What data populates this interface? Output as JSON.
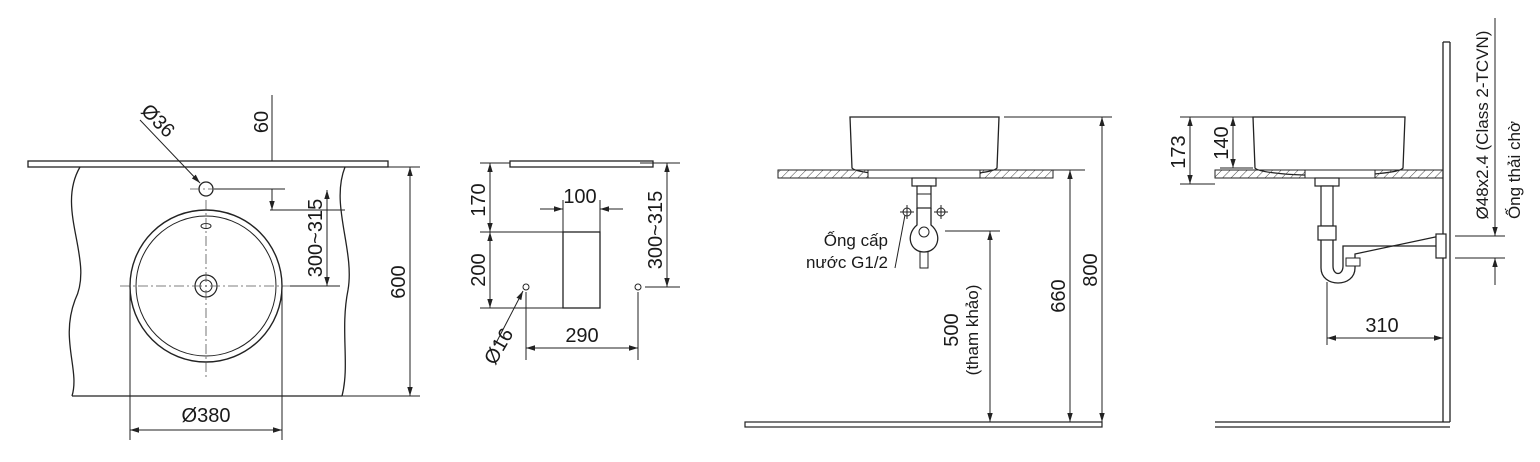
{
  "top_view": {
    "dim_hole_diameter": "Ø36",
    "dim_hole_offset": "60",
    "dim_hole_to_bowl": "300~315",
    "dim_depth": "600",
    "dim_bowl_diameter": "Ø380"
  },
  "wall_view": {
    "dim_top": "170",
    "dim_width": "100",
    "dim_height": "200",
    "dim_range": "300~315",
    "dim_pipe_diameter": "Ø16",
    "dim_spacing": "290"
  },
  "side_view": {
    "label_supply_line1": "Ống cấp",
    "label_supply_line2": "nước G1/2",
    "dim_reference_height": "500",
    "label_reference": "(tham khảo)",
    "dim_counter_height": "660",
    "dim_total_height": "800"
  },
  "rear_view": {
    "dim_173": "173",
    "dim_140": "140",
    "dim_pipe_spec": "Ø48x2.4 (Class 2-TCVN)",
    "label_drain": "Ống thải chờ",
    "dim_310": "310"
  }
}
